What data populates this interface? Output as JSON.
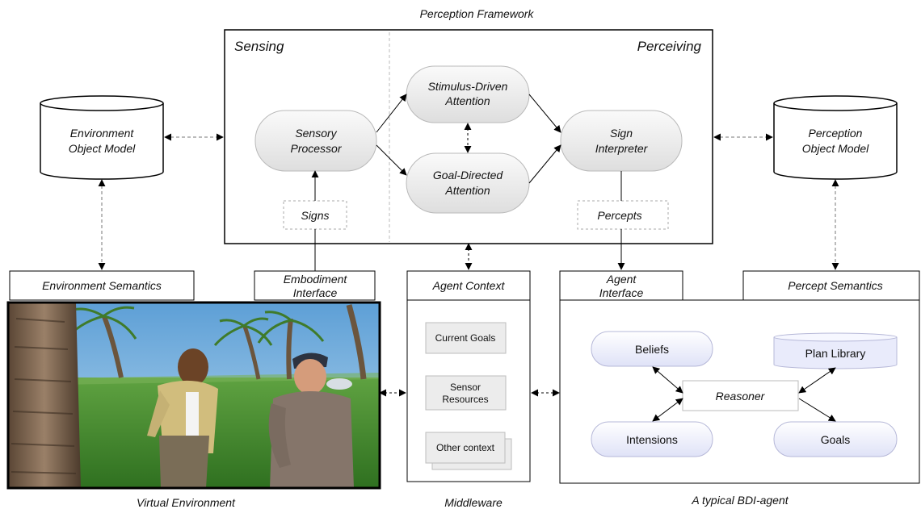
{
  "diagram": {
    "title": "Perception Framework",
    "sensing_label": "Sensing",
    "perceiving_label": "Perceiving",
    "sensory_processor": [
      "Sensory",
      "Processor"
    ],
    "stimulus_attention": [
      "Stimulus-Driven",
      "Attention"
    ],
    "goal_attention": [
      "Goal-Directed",
      "Attention"
    ],
    "sign_interpreter": [
      "Sign",
      "Interpreter"
    ],
    "signs": "Signs",
    "percepts": "Percepts",
    "env_model": [
      "Environment",
      "Object Model"
    ],
    "percept_model": [
      "Perception",
      "Object Model"
    ],
    "env_semantics": "Environment Semantics",
    "embodiment_interface": [
      "Embodiment",
      "Interface"
    ],
    "agent_context": "Agent Context",
    "agent_interface": [
      "Agent",
      "Interface"
    ],
    "percept_semantics": "Percept Semantics",
    "context_items": {
      "current_goals": "Current Goals",
      "sensor_resources": [
        "Sensor",
        "Resources"
      ],
      "other_context": "Other context"
    },
    "bdi": {
      "beliefs": "Beliefs",
      "plan_library": "Plan Library",
      "reasoner": "Reasoner",
      "intensions": "Intensions",
      "goals": "Goals"
    },
    "captions": {
      "virtual_environment": "Virtual Environment",
      "middleware": "Middleware",
      "bdi_agent": "A typical BDI-agent"
    },
    "colors": {
      "sky": "#7fb5dd",
      "grass": "#3f8a2c",
      "pill_grey": "#ececec",
      "pill_lavender": "#eceefb"
    }
  }
}
